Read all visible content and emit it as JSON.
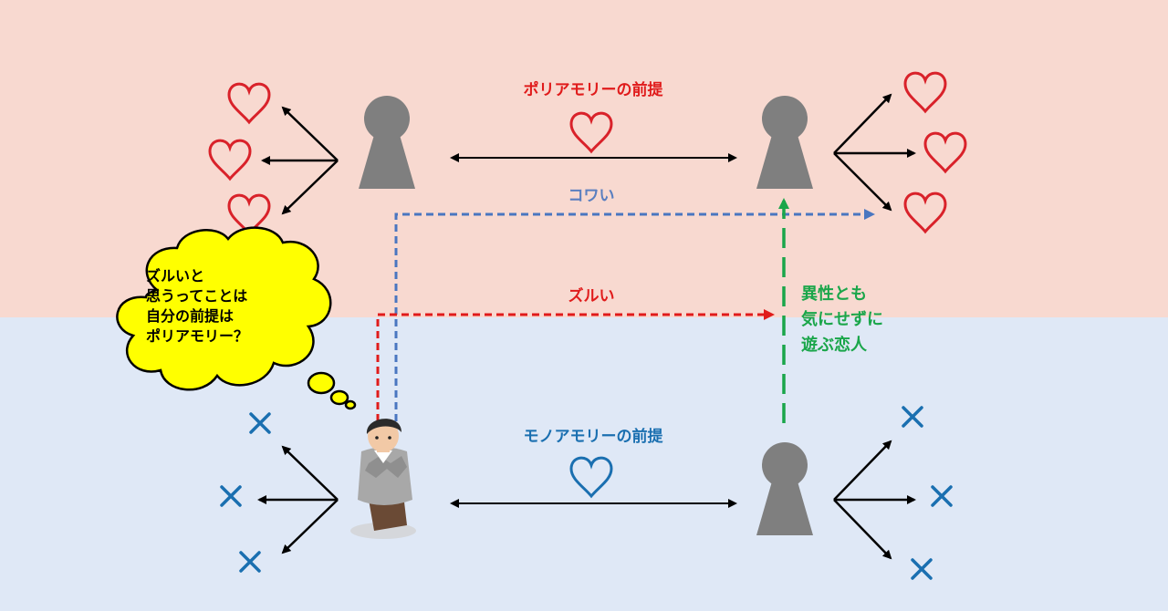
{
  "labels": {
    "polyamory_premise": "ポリアモリーの前提",
    "monoamory_premise": "モノアモリーの前提",
    "kowai": "コワい",
    "zurui": "ズルい",
    "green_note": [
      "異性とも",
      "気にせずに",
      "遊ぶ恋人"
    ],
    "thought_bubble": [
      "ズルいと",
      "思うってことは",
      "自分の前提は",
      "ポリアモリー？"
    ]
  },
  "colors": {
    "top_bg": "#f8d9d0",
    "bottom_bg": "#dfe8f6",
    "heart_red": "#d9222a",
    "label_red": "#e01b1b",
    "heart_blue": "#1a6fb0",
    "label_blue": "#1a6fb0",
    "kowai_blue": "#5a7fc0",
    "dash_red": "#e01b1b",
    "dash_blue": "#4a76c0",
    "dash_green": "#1aa64a",
    "cross_blue": "#1a6fb0",
    "person_gray": "#7f7f7f",
    "bubble_yellow": "#ffff00"
  },
  "icons": [
    "person-silhouette-icon",
    "heart-icon",
    "cross-icon",
    "man-figure-icon",
    "thought-bubble-icon"
  ]
}
